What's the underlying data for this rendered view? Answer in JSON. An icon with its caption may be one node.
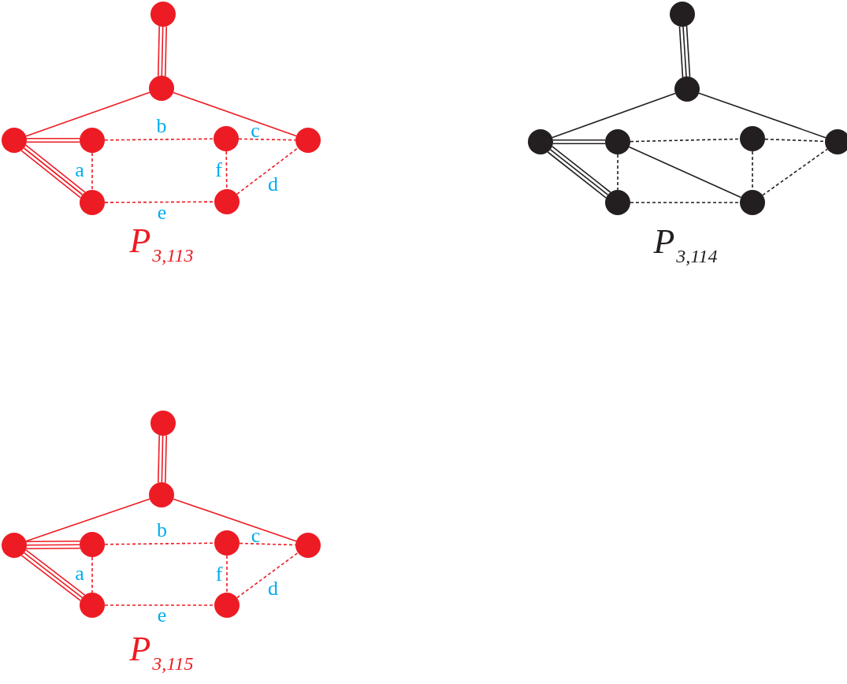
{
  "diagram": {
    "nodes": [
      {
        "text": [],
        "shape": "circle"
      },
      {
        "text": [],
        "shape": "circle"
      },
      {
        "text": [],
        "shape": "circle"
      },
      {
        "text": [],
        "shape": "circle"
      },
      {
        "text": [],
        "shape": "circle"
      },
      {
        "text": [],
        "shape": "circle"
      },
      {
        "text": [],
        "shape": "circle"
      },
      {
        "text": [],
        "shape": "circle"
      },
      {
        "text": [],
        "shape": "circle"
      },
      {
        "text": [],
        "shape": "circle"
      },
      {
        "text": [],
        "shape": "circle"
      },
      {
        "text": [],
        "shape": "circle"
      },
      {
        "text": [],
        "shape": "circle"
      },
      {
        "text": [],
        "shape": "circle"
      },
      {
        "text": [],
        "shape": "circle"
      },
      {
        "text": [],
        "shape": "circle"
      },
      {
        "text": [],
        "shape": "circle"
      },
      {
        "text": [],
        "shape": "circle"
      },
      {
        "text": [],
        "shape": "circle"
      },
      {
        "text": [],
        "shape": "circle"
      },
      {
        "text": [],
        "shape": "circle"
      },
      {
        "text": [],
        "shape": "circle"
      },
      {
        "text": [],
        "shape": "circle"
      },
      {
        "text": [],
        "shape": "circle"
      }
    ],
    "edges": [
      {
        "from": 0,
        "to": 1,
        "arrow": "none"
      },
      {
        "from": 0,
        "to": 1,
        "arrow": "none"
      },
      {
        "from": 0,
        "to": 1,
        "arrow": "none"
      },
      {
        "from": 1,
        "to": 2,
        "arrow": "none"
      },
      {
        "from": 1,
        "to": 5,
        "arrow": "none"
      },
      {
        "from": 2,
        "to": 3,
        "arrow": "none"
      },
      {
        "from": 2,
        "to": 3,
        "arrow": "none"
      },
      {
        "from": 2,
        "to": 6,
        "arrow": "none"
      },
      {
        "from": 2,
        "to": 6,
        "arrow": "none"
      },
      {
        "from": 2,
        "to": 6,
        "arrow": "none"
      },
      {
        "from": 3,
        "to": 4,
        "arrow": "none",
        "label": "b",
        "style": "dashed"
      },
      {
        "from": 4,
        "to": 5,
        "arrow": "none",
        "label": "c",
        "style": "dashed"
      },
      {
        "from": 3,
        "to": 6,
        "arrow": "none",
        "label": "a",
        "style": "dashed"
      },
      {
        "from": 4,
        "to": 7,
        "arrow": "none",
        "label": "f",
        "style": "dashed"
      },
      {
        "from": 6,
        "to": 7,
        "arrow": "none",
        "label": "e",
        "style": "dashed"
      },
      {
        "from": 7,
        "to": 5,
        "arrow": "none",
        "label": "d",
        "style": "dashed"
      },
      {
        "from": 8,
        "to": 9,
        "arrow": "none",
        "color": "#231f20"
      },
      {
        "from": 8,
        "to": 9,
        "arrow": "none",
        "color": "#231f20"
      },
      {
        "from": 8,
        "to": 9,
        "arrow": "none",
        "color": "#231f20"
      },
      {
        "from": 9,
        "to": 10,
        "arrow": "none",
        "color": "#231f20"
      },
      {
        "from": 9,
        "to": 13,
        "arrow": "none",
        "color": "#231f20"
      },
      {
        "from": 10,
        "to": 11,
        "arrow": "none",
        "color": "#231f20"
      },
      {
        "from": 10,
        "to": 11,
        "arrow": "none",
        "color": "#231f20"
      },
      {
        "from": 10,
        "to": 14,
        "arrow": "none",
        "color": "#231f20"
      },
      {
        "from": 10,
        "to": 14,
        "arrow": "none",
        "color": "#231f20"
      },
      {
        "from": 10,
        "to": 14,
        "arrow": "none",
        "color": "#231f20"
      },
      {
        "from": 11,
        "to": 12,
        "arrow": "none",
        "style": "dashed",
        "color": "#231f20"
      },
      {
        "from": 12,
        "to": 13,
        "arrow": "none",
        "style": "dashed",
        "color": "#231f20"
      },
      {
        "from": 11,
        "to": 14,
        "arrow": "none",
        "style": "dashed",
        "color": "#231f20"
      },
      {
        "from": 12,
        "to": 15,
        "arrow": "none",
        "style": "dashed",
        "color": "#231f20"
      },
      {
        "from": 14,
        "to": 15,
        "arrow": "none",
        "style": "dashed",
        "color": "#231f20"
      },
      {
        "from": 15,
        "to": 13,
        "arrow": "none",
        "style": "dashed",
        "color": "#231f20"
      },
      {
        "from": 11,
        "to": 15,
        "arrow": "none",
        "color": "#231f20"
      },
      {
        "from": 16,
        "to": 17,
        "arrow": "none"
      },
      {
        "from": 16,
        "to": 17,
        "arrow": "none"
      },
      {
        "from": 16,
        "to": 17,
        "arrow": "none"
      },
      {
        "from": 17,
        "to": 18,
        "arrow": "none"
      },
      {
        "from": 17,
        "to": 21,
        "arrow": "none"
      },
      {
        "from": 18,
        "to": 19,
        "arrow": "none"
      },
      {
        "from": 18,
        "to": 19,
        "arrow": "none"
      },
      {
        "from": 18,
        "to": 19,
        "arrow": "none"
      },
      {
        "from": 18,
        "to": 22,
        "arrow": "none"
      },
      {
        "from": 18,
        "to": 22,
        "arrow": "none"
      },
      {
        "from": 18,
        "to": 22,
        "arrow": "none"
      },
      {
        "from": 19,
        "to": 20,
        "arrow": "none",
        "label": "b",
        "style": "dashed"
      },
      {
        "from": 20,
        "to": 21,
        "arrow": "none",
        "label": "c",
        "style": "dashed"
      },
      {
        "from": 19,
        "to": 22,
        "arrow": "none",
        "label": "a",
        "style": "dashed"
      },
      {
        "from": 20,
        "to": 23,
        "arrow": "none",
        "label": "f",
        "style": "dashed"
      },
      {
        "from": 22,
        "to": 23,
        "arrow": "none",
        "label": "e",
        "style": "dashed"
      },
      {
        "from": 23,
        "to": 21,
        "arrow": "none",
        "label": "d",
        "style": "dashed"
      }
    ],
    "labels": [
      "P$_{3,113}$",
      "P$_{3,114}$",
      "P$_{3,115}$"
    ]
  }
}
